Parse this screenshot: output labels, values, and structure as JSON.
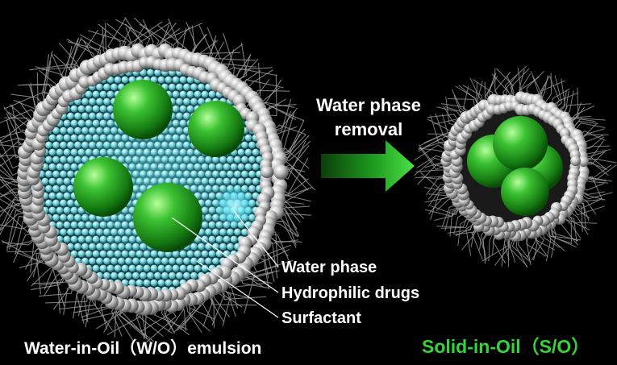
{
  "arrow": {
    "line1": "Water phase",
    "line2": "removal"
  },
  "callouts": {
    "water_phase": "Water phase",
    "hydrophilic_drugs": "Hydrophilic drugs",
    "surfactant": "Surfactant"
  },
  "captions": {
    "left": "Water-in-Oil（W/O）emulsion",
    "right": "Solid-in-Oil（S/O）"
  },
  "colors": {
    "background": "#000000",
    "drug_sphere": "#2ea82a",
    "water_bead": "#7fd8e0",
    "surfactant_head": "#b8b8b8",
    "arrow": "#1fa01f",
    "right_caption": "#35d43a"
  }
}
